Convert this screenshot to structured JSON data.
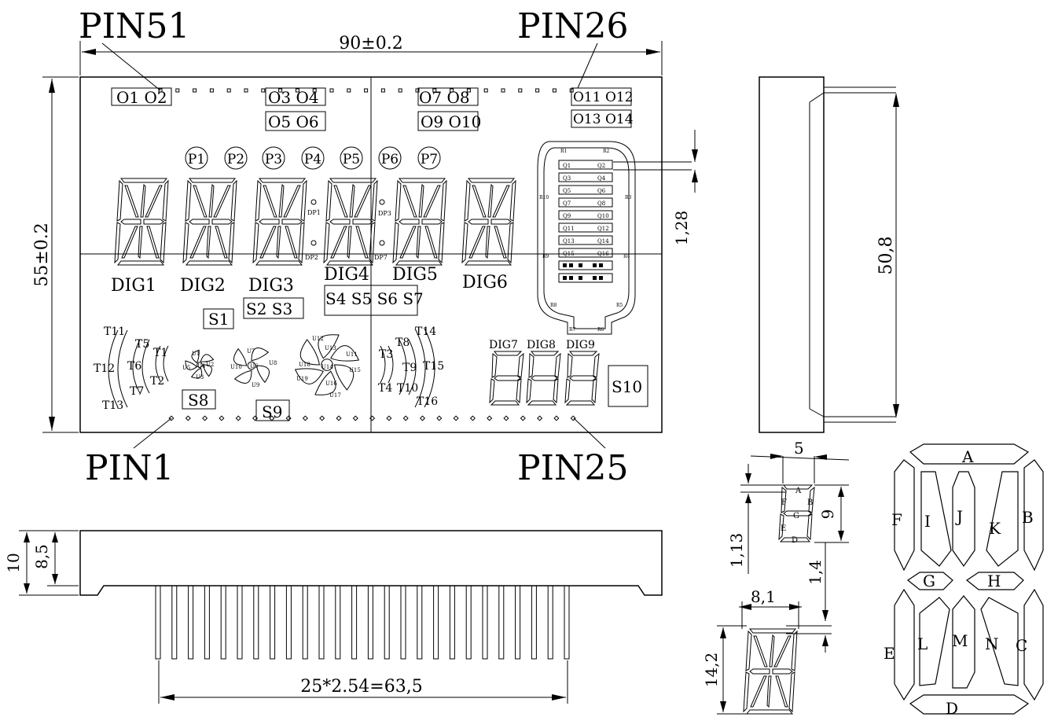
{
  "pins": {
    "pin51": "PIN51",
    "pin26": "PIN26",
    "pin1": "PIN1",
    "pin25": "PIN25"
  },
  "dims": {
    "width_top": "90±0.2",
    "height_left": "55±0.2",
    "pitch_128": "1,28",
    "height_508": "50,8",
    "thick_10": "10",
    "thick_85": "8,5",
    "pin_span": "25*2.54=63,5",
    "w5": "5",
    "h9": "9",
    "h113": "1,13",
    "h14": "1,4",
    "w81": "8,1",
    "h142": "14,2"
  },
  "boxes": {
    "o1o2": "O1 O2",
    "o3o4": "O3 O4",
    "o5o6": "O5  O6",
    "o7o8": "O7  O8",
    "o9o10": "O9 O10",
    "o11o12": "O11 O12",
    "o13o14": "O13 O14",
    "s1": "S1",
    "s2s3": "S2 S3",
    "s4s7": "S4 S5 S6 S7",
    "s8": "S8",
    "s9": "S9",
    "s10": "S10"
  },
  "p_labels": [
    "P1",
    "P2",
    "P3",
    "P4",
    "P5",
    "P6",
    "P7"
  ],
  "dig_labels": [
    "DIG1",
    "DIG2",
    "DIG3",
    "DIG4",
    "DIG5",
    "DIG6"
  ],
  "small_dig_labels": [
    "DIG7",
    "DIG8",
    "DIG9"
  ],
  "dp_labels": [
    "DP1",
    "DP2",
    "DP3",
    "DP7"
  ],
  "t_labels": [
    "T11",
    "T5",
    "T1",
    "T12",
    "T6",
    "T2",
    "T7",
    "T13",
    "T3",
    "T8",
    "T14",
    "T9",
    "T15",
    "T4",
    "T10",
    "T16"
  ],
  "u_labels": [
    "U12",
    "U13",
    "U11",
    "U15",
    "U14",
    "U16",
    "U17",
    "U18",
    "U19",
    "U7",
    "U8",
    "U9",
    "U10",
    "U1",
    "U2",
    "U3",
    "U4",
    "U5",
    "U6"
  ],
  "ladder_rows": [
    [
      "Q1",
      "Q2"
    ],
    [
      "Q3",
      "Q4"
    ],
    [
      "Q5",
      "Q6"
    ],
    [
      "Q7",
      "Q8"
    ],
    [
      "Q9",
      "Q10"
    ],
    [
      "Q11",
      "Q12"
    ],
    [
      "Q13",
      "Q14"
    ],
    [
      "Q15",
      "Q16"
    ]
  ],
  "ladder_corner_labels": [
    "R1",
    "R2",
    "R10",
    "R3",
    "R9",
    "R4",
    "R8",
    "R5",
    "R7",
    "R6"
  ],
  "small7_labels": [
    "A",
    "B",
    "F",
    "G",
    "E",
    "D"
  ],
  "seg_labels": {
    "A": "A",
    "B": "B",
    "C": "C",
    "D": "D",
    "E": "E",
    "F": "F",
    "G": "G",
    "H": "H",
    "I": "I",
    "J": "J",
    "K": "K",
    "L": "L",
    "M": "M",
    "N": "N"
  }
}
